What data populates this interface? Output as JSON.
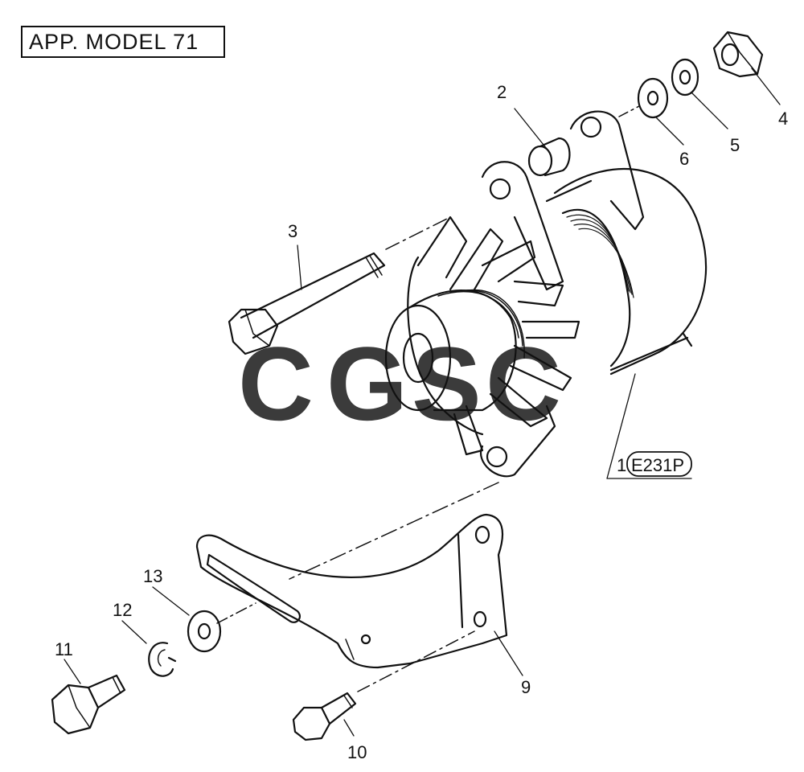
{
  "header": {
    "model_label": "APP. MODEL  71"
  },
  "assembly_ref": {
    "qty": "1",
    "code": "E231P"
  },
  "callouts": [
    "1",
    "2",
    "3",
    "4",
    "5",
    "6",
    "9",
    "10",
    "11",
    "12",
    "13"
  ],
  "watermark": {
    "letters": [
      "C",
      "G",
      "S",
      "C"
    ],
    "colors": [
      "#4285f4",
      "#ea4335",
      "#fbbc05",
      "#34a853"
    ]
  },
  "parts": [
    {
      "ref": "1",
      "name": "alternator-assembly"
    },
    {
      "ref": "2",
      "name": "spacer"
    },
    {
      "ref": "3",
      "name": "bolt"
    },
    {
      "ref": "4",
      "name": "nut"
    },
    {
      "ref": "5",
      "name": "spring-washer"
    },
    {
      "ref": "6",
      "name": "flat-washer"
    },
    {
      "ref": "9",
      "name": "adjusting-bracket"
    },
    {
      "ref": "10",
      "name": "bolt"
    },
    {
      "ref": "11",
      "name": "bolt"
    },
    {
      "ref": "12",
      "name": "spring-washer"
    },
    {
      "ref": "13",
      "name": "flat-washer"
    }
  ]
}
